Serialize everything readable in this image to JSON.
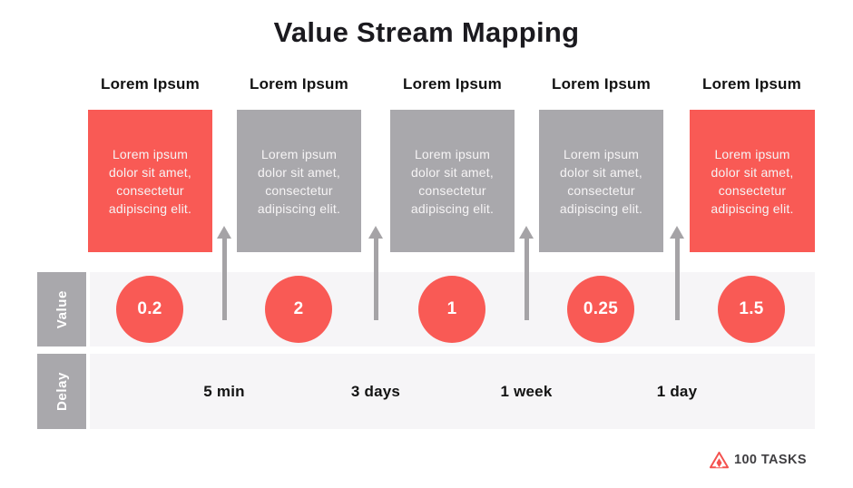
{
  "title": "Value Stream Mapping",
  "columns": [
    {
      "header": "Lorem Ipsum",
      "body": "Lorem ipsum dolor sit amet, consectetur adipiscing elit.",
      "style": "red",
      "value": "0.2"
    },
    {
      "header": "Lorem Ipsum",
      "body": "Lorem ipsum dolor sit amet, consectetur adipiscing elit.",
      "style": "gray",
      "value": "2"
    },
    {
      "header": "Lorem Ipsum",
      "body": "Lorem ipsum dolor sit amet, consectetur adipiscing elit.",
      "style": "gray",
      "value": "1"
    },
    {
      "header": "Lorem Ipsum",
      "body": "Lorem ipsum dolor sit amet, consectetur adipiscing elit.",
      "style": "gray",
      "value": "0.25"
    },
    {
      "header": "Lorem Ipsum",
      "body": "Lorem ipsum dolor sit amet, consectetur adipiscing elit.",
      "style": "red",
      "value": "1.5"
    }
  ],
  "value_row": {
    "label": "Value"
  },
  "delay_row": {
    "label": "Delay",
    "delays": [
      "5 min",
      "3 days",
      "1 week",
      "1 day"
    ]
  },
  "logo": {
    "brand": "100 TASKS",
    "icon": "triangle-peak-icon"
  },
  "colors": {
    "accent_red": "#f95a55",
    "box_gray": "#a9a8ac",
    "lane_bg": "#f6f5f7",
    "arrow_gray": "#a5a3a6",
    "title_black": "#1b1a1f"
  }
}
